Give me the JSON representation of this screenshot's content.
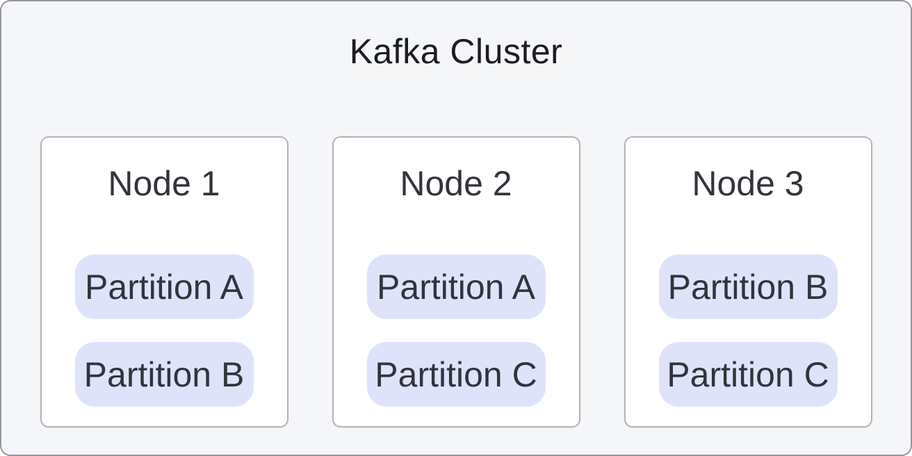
{
  "diagram": {
    "title": "Kafka Cluster",
    "nodes": [
      {
        "title": "Node 1",
        "partitions": [
          "Partition A",
          "Partition B"
        ]
      },
      {
        "title": "Node 2",
        "partitions": [
          "Partition A",
          "Partition C"
        ]
      },
      {
        "title": "Node 3",
        "partitions": [
          "Partition B",
          "Partition C"
        ]
      }
    ],
    "colors": {
      "container_bg": "#f5f6f8",
      "container_border": "#95959f",
      "card_bg": "#ffffff",
      "card_border": "#b3b3bb",
      "partition_bg": "#dfe3fa",
      "title_text": "#1b1d22",
      "text": "#31343c"
    }
  }
}
